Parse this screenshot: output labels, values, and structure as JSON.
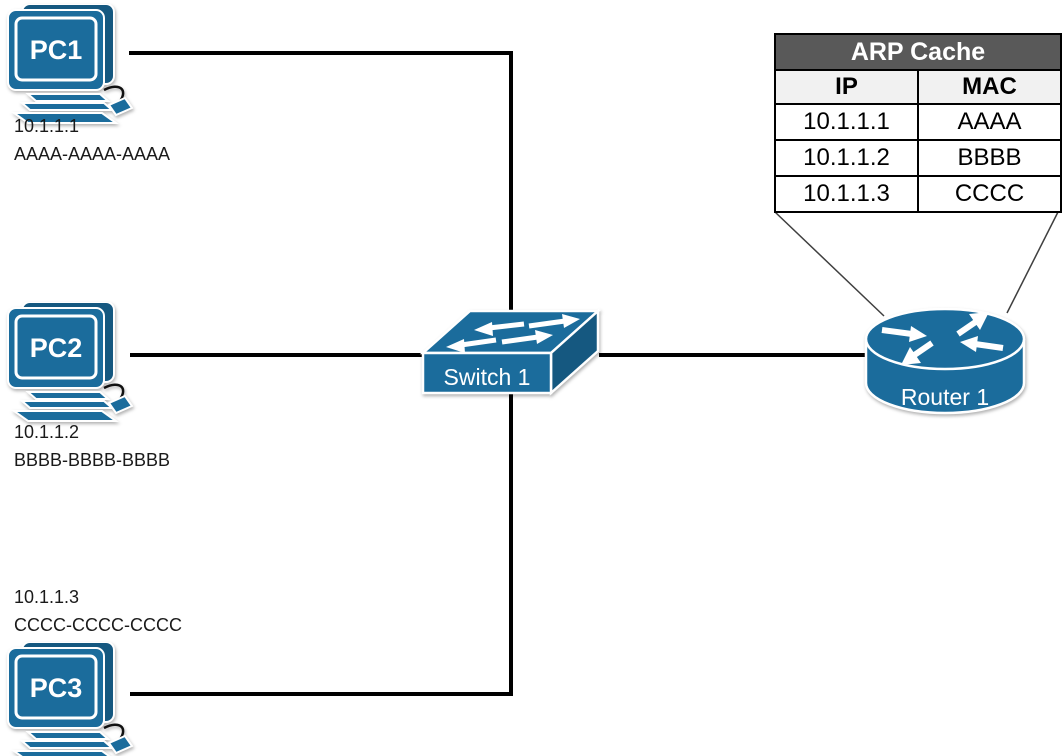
{
  "devices": {
    "pc1": {
      "name": "PC1",
      "ip": "10.1.1.1",
      "mac": "AAAA-AAAA-AAAA"
    },
    "pc2": {
      "name": "PC2",
      "ip": "10.1.1.2",
      "mac": "BBBB-BBBB-BBBB"
    },
    "pc3": {
      "name": "PC3",
      "ip": "10.1.1.3",
      "mac": "CCCC-CCCC-CCCC"
    },
    "switch1": {
      "name": "Switch 1"
    },
    "router1": {
      "name": "Router 1"
    }
  },
  "arp_table": {
    "title": "ARP Cache",
    "columns": [
      "IP",
      "MAC"
    ],
    "rows": [
      {
        "ip": "10.1.1.1",
        "mac": "AAAA"
      },
      {
        "ip": "10.1.1.2",
        "mac": "BBBB"
      },
      {
        "ip": "10.1.1.3",
        "mac": "CCCC"
      }
    ]
  },
  "colors": {
    "device_blue": "#1B6C9C",
    "device_blue_dark": "#155880",
    "table_header_bg": "#595959",
    "table_subheader_bg": "#F1F1F1",
    "link_line": "#000000",
    "callout_line": "#3F3F3F"
  }
}
